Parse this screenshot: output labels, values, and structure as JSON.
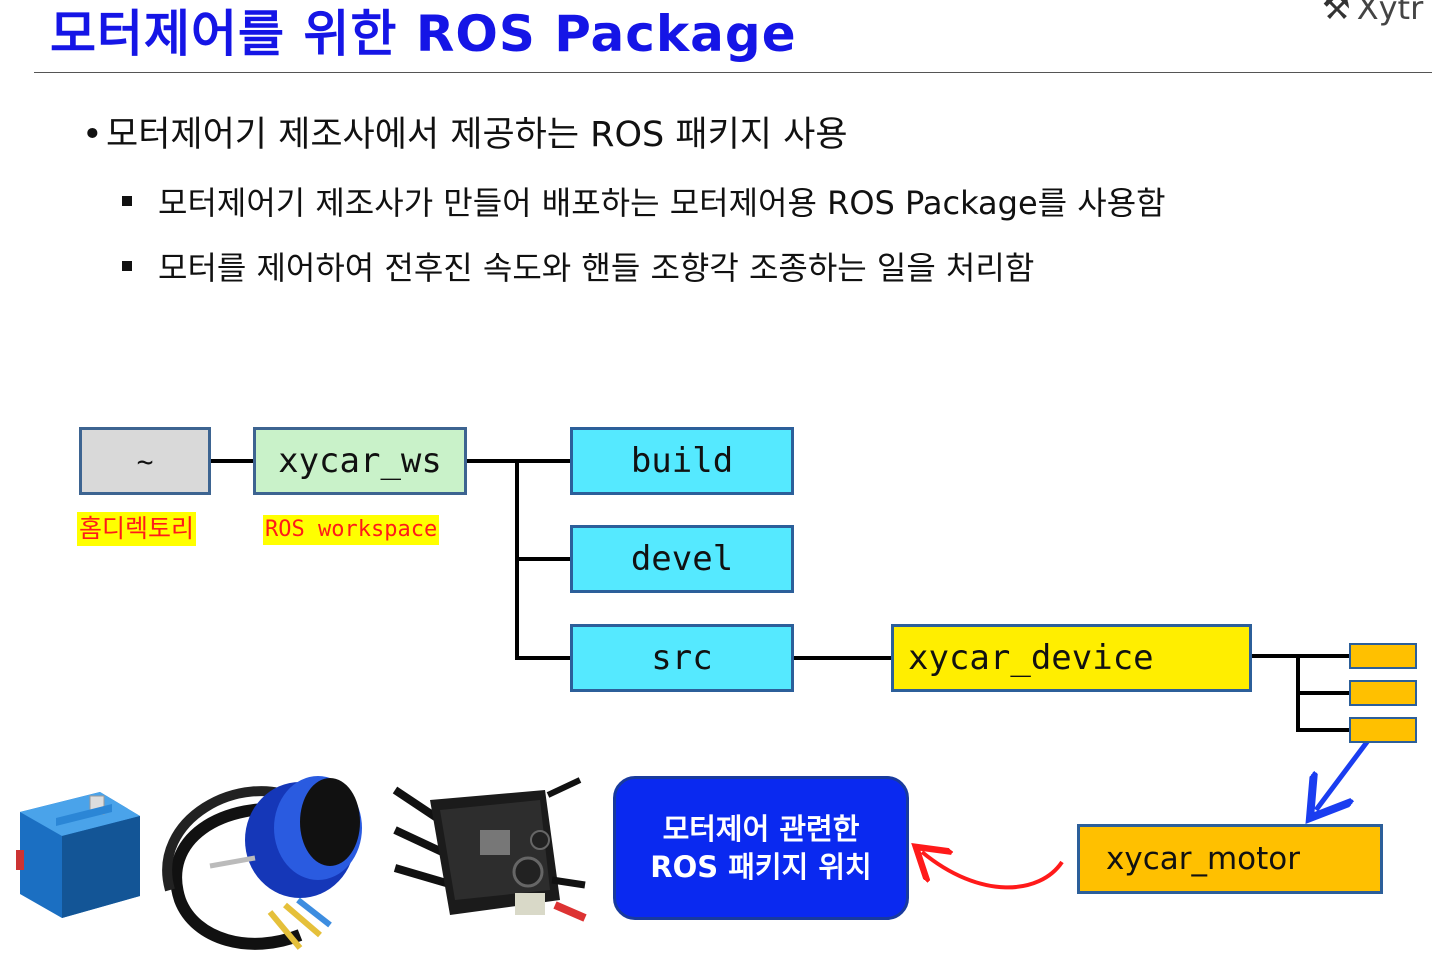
{
  "header": {
    "title": "모터제어를 위한 ROS Package",
    "logo_text": "Xytr"
  },
  "bullets": {
    "main": "모터제어기 제조사에서 제공하는 ROS 패키지 사용",
    "sub": [
      "모터제어기 제조사가 만들어 배포하는 모터제어용 ROS Package를 사용함",
      "모터를 제어하여 전후진 속도와 핸들 조향각 조종하는 일을 처리함"
    ]
  },
  "tree": {
    "home": "~",
    "home_label": "홈디렉토리",
    "workspace": "xycar_ws",
    "workspace_label": "ROS workspace",
    "build": "build",
    "devel": "devel",
    "src": "src",
    "device": "xycar_device",
    "motor": "xycar_motor"
  },
  "callout": {
    "line1": "모터제어 관련한",
    "line2": "ROS 패키지 위치"
  },
  "colors": {
    "title": "#1515e6",
    "folder_cyan": "#55e9ff",
    "device_yellow": "#ffee00",
    "motor_orange": "#ffc000",
    "callout_blue": "#0a29f0",
    "arrow_red": "#ff1a1a",
    "arrow_blue": "#1a3df0"
  },
  "icons": {
    "logo": "wrench-icon",
    "servo": "servo-motor-image",
    "bldc": "brushless-motor-image",
    "esc": "motor-controller-board-image"
  }
}
